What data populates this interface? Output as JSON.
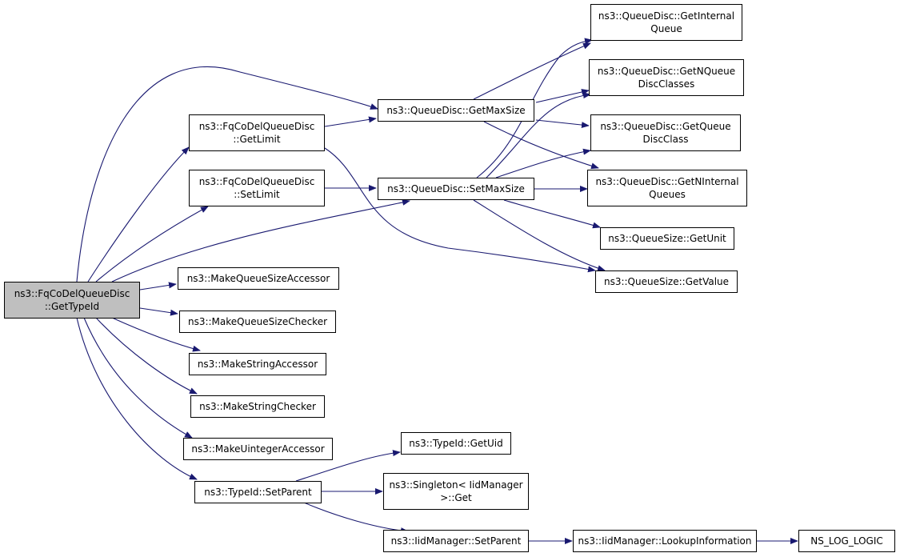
{
  "colors": {
    "edge": "#191970",
    "node_border": "#000000",
    "node_fill": "#ffffff",
    "root_fill": "#bfbfbf"
  },
  "nodes": {
    "get_type_id": {
      "line1": "ns3::FqCoDelQueueDisc",
      "line2": "::GetTypeId"
    },
    "fq_get_limit": {
      "line1": "ns3::FqCoDelQueueDisc",
      "line2": "::GetLimit"
    },
    "fq_set_limit": {
      "line1": "ns3::FqCoDelQueueDisc",
      "line2": "::SetLimit"
    },
    "qd_get_max_size": {
      "line1": "ns3::QueueDisc::GetMaxSize"
    },
    "qd_set_max_size": {
      "line1": "ns3::QueueDisc::SetMaxSize"
    },
    "qd_get_internal_queue": {
      "line1": "ns3::QueueDisc::GetInternal",
      "line2": "Queue"
    },
    "qd_get_n_queue_disc_classes": {
      "line1": "ns3::QueueDisc::GetNQueue",
      "line2": "DiscClasses"
    },
    "qd_get_queue_disc_class": {
      "line1": "ns3::QueueDisc::GetQueue",
      "line2": "DiscClass"
    },
    "qd_get_n_internal_queues": {
      "line1": "ns3::QueueDisc::GetNInternal",
      "line2": "Queues"
    },
    "qs_get_unit": {
      "line1": "ns3::QueueSize::GetUnit"
    },
    "qs_get_value": {
      "line1": "ns3::QueueSize::GetValue"
    },
    "make_queue_size_accessor": {
      "line1": "ns3::MakeQueueSizeAccessor"
    },
    "make_queue_size_checker": {
      "line1": "ns3::MakeQueueSizeChecker"
    },
    "make_string_accessor": {
      "line1": "ns3::MakeStringAccessor"
    },
    "make_string_checker": {
      "line1": "ns3::MakeStringChecker"
    },
    "make_uinteger_accessor": {
      "line1": "ns3::MakeUintegerAccessor"
    },
    "typeid_set_parent": {
      "line1": "ns3::TypeId::SetParent"
    },
    "typeid_get_uid": {
      "line1": "ns3::TypeId::GetUid"
    },
    "singleton_get": {
      "line1": "ns3::Singleton< IidManager",
      "line2": ">::Get"
    },
    "iid_set_parent": {
      "line1": "ns3::IidManager::SetParent"
    },
    "iid_lookup_information": {
      "line1": "ns3::IidManager::LookupInformation"
    },
    "ns_log_logic": {
      "line1": "NS_LOG_LOGIC"
    }
  }
}
